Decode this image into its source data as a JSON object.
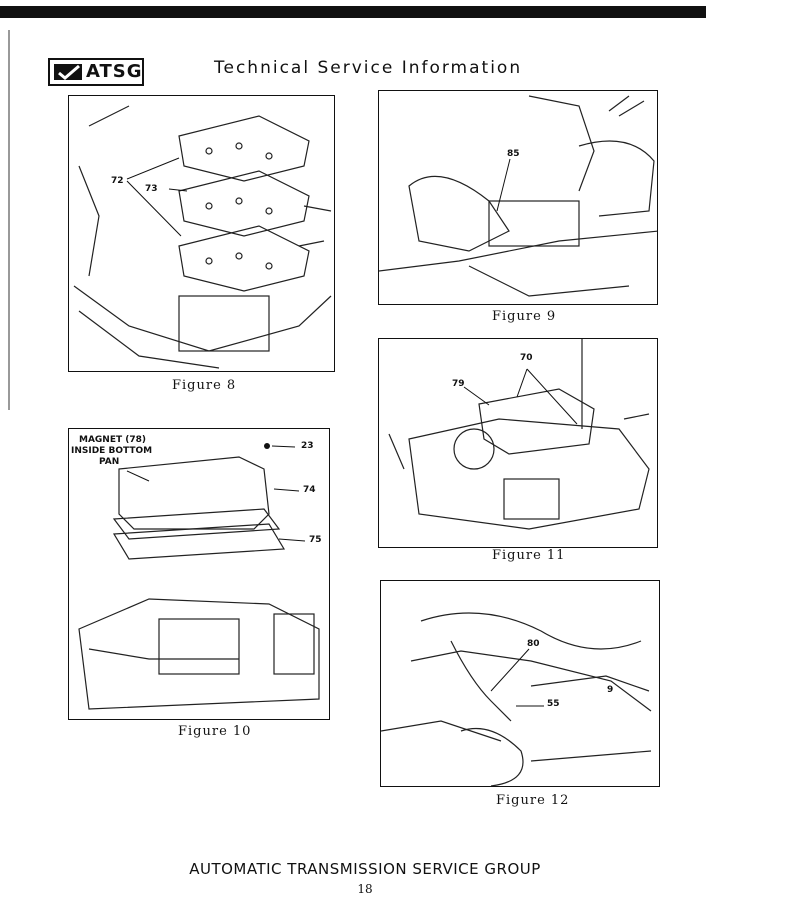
{
  "header": {
    "logo_text": "ATSG",
    "title": "Technical Service Information"
  },
  "figures": {
    "fig8": {
      "caption": "Figure 8",
      "callouts": [
        "72",
        "73"
      ]
    },
    "fig9": {
      "caption": "Figure 9",
      "callouts": [
        "85"
      ]
    },
    "fig10": {
      "caption": "Figure 10",
      "callouts": [
        "MAGNET (78)",
        "INSIDE BOTTOM",
        "PAN",
        "23",
        "74",
        "75"
      ]
    },
    "fig11": {
      "caption": "Figure 11",
      "callouts": [
        "70",
        "79"
      ]
    },
    "fig12": {
      "caption": "Figure 12",
      "callouts": [
        "80",
        "9",
        "55"
      ]
    }
  },
  "footer": {
    "organization": "AUTOMATIC TRANSMISSION SERVICE GROUP",
    "page_number": "18"
  }
}
